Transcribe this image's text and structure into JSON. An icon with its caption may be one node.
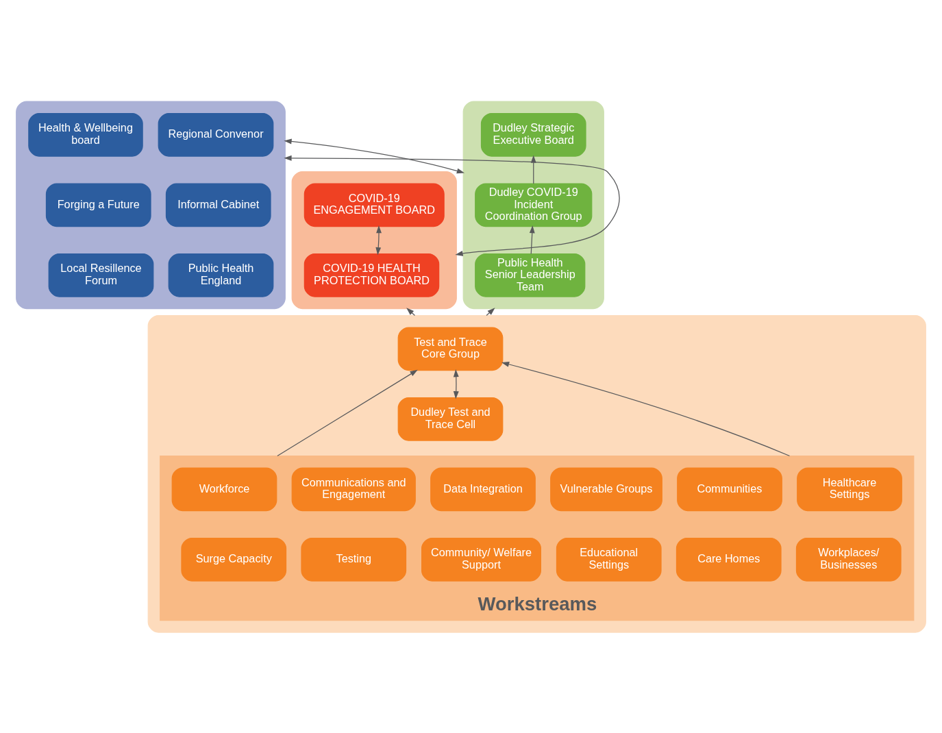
{
  "diagram": {
    "nodes": [
      {
        "text": [],
        "shape": "box"
      },
      {
        "text": [
          "COVID-19 ENGAGEMENT BOARD"
        ],
        "in": 0
      },
      {
        "text": [
          "COVID-19 HEALTH PROTECTION BOARD"
        ],
        "in": 0
      },
      {
        "text": [],
        "shape": "box"
      },
      {
        "text": [
          "Health & Wellbeing board"
        ],
        "in": 3
      },
      {
        "text": [
          "Regional Convenor"
        ],
        "in": 3
      },
      {
        "text": [
          "Forging a Future"
        ],
        "in": 3
      },
      {
        "text": [
          "Informal Cabinet"
        ],
        "in": 3
      },
      {
        "text": [
          "Local Resillence Forum"
        ],
        "in": 3
      },
      {
        "text": [
          "Public Health England"
        ],
        "in": 3
      },
      {
        "text": [],
        "shape": "box"
      },
      {
        "text": [
          "Dudley Strategic Executive Board"
        ],
        "in": 10
      },
      {
        "text": [
          "Dudley COVID-19 Incident Coordination Group"
        ],
        "in": 10
      },
      {
        "text": [
          "Public Health Senior Leadership Team"
        ],
        "in": 10
      },
      {
        "text": [],
        "shape": "box"
      },
      {
        "text": [
          "Test and Trace Core Group"
        ],
        "in": 14
      },
      {
        "text": [
          "Dudley Test and Trace Cell"
        ],
        "in": 14
      },
      {
        "text": [
          "Workstreams"
        ],
        "in": 14
      },
      {
        "text": [
          "Workforce"
        ],
        "in": 17
      },
      {
        "text": [
          "Communications and Engagement"
        ],
        "in": 17
      },
      {
        "text": [
          "Data Integration"
        ],
        "in": 17
      },
      {
        "text": [
          "Vulnerable Groups"
        ],
        "in": 17
      },
      {
        "text": [
          "Communities"
        ],
        "in": 17
      },
      {
        "text": [
          "Healthcare Settings"
        ],
        "in": 17
      },
      {
        "text": [
          "Surge Capacity"
        ],
        "in": 17
      },
      {
        "text": [
          "Testing"
        ],
        "in": 17
      },
      {
        "text": [
          "Community/ Welfare Support"
        ],
        "in": 17
      },
      {
        "text": [
          "Educational Settings"
        ],
        "in": 17
      },
      {
        "text": [
          "Care Homes"
        ],
        "in": 17
      },
      {
        "text": [
          "Workplaces/ Businesses"
        ],
        "in": 17
      }
    ],
    "edges": [
      {
        "from": 1,
        "to": 2,
        "arrow": "both"
      },
      {
        "from": 0,
        "to": 3,
        "arrow": "both"
      },
      {
        "from": 3,
        "to": 10,
        "arrow": "both"
      },
      {
        "from": 13,
        "to": 12,
        "arrow": "to"
      },
      {
        "from": 12,
        "to": 11,
        "arrow": "to"
      },
      {
        "from": 14,
        "to": 0,
        "arrow": "to"
      },
      {
        "from": 14,
        "to": 10,
        "arrow": "to"
      },
      {
        "from": 17,
        "to": 15,
        "arrow": "to"
      },
      {
        "from": 17,
        "to": 15,
        "arrow": "to"
      },
      {
        "from": 15,
        "to": 16,
        "arrow": "both"
      }
    ]
  }
}
